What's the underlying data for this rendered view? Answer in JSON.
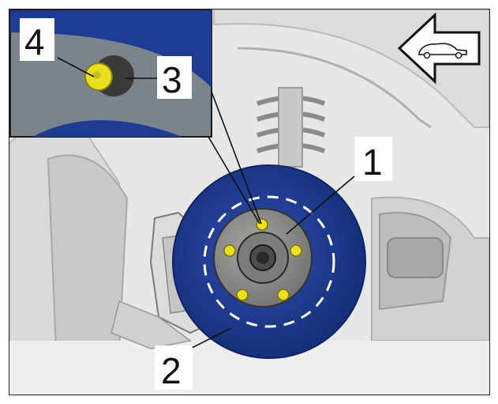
{
  "callouts": {
    "c1": "1",
    "c2": "2",
    "c3": "3",
    "c4": "4"
  },
  "icons": {
    "direction": "arrow-left-car-icon"
  },
  "colors": {
    "brake_disc": "#1c3a8a",
    "wheel_hub": "#8a8a88",
    "bolts": "#e8e020",
    "background": "#e6e6e6",
    "outline": "#1a1a1a"
  }
}
